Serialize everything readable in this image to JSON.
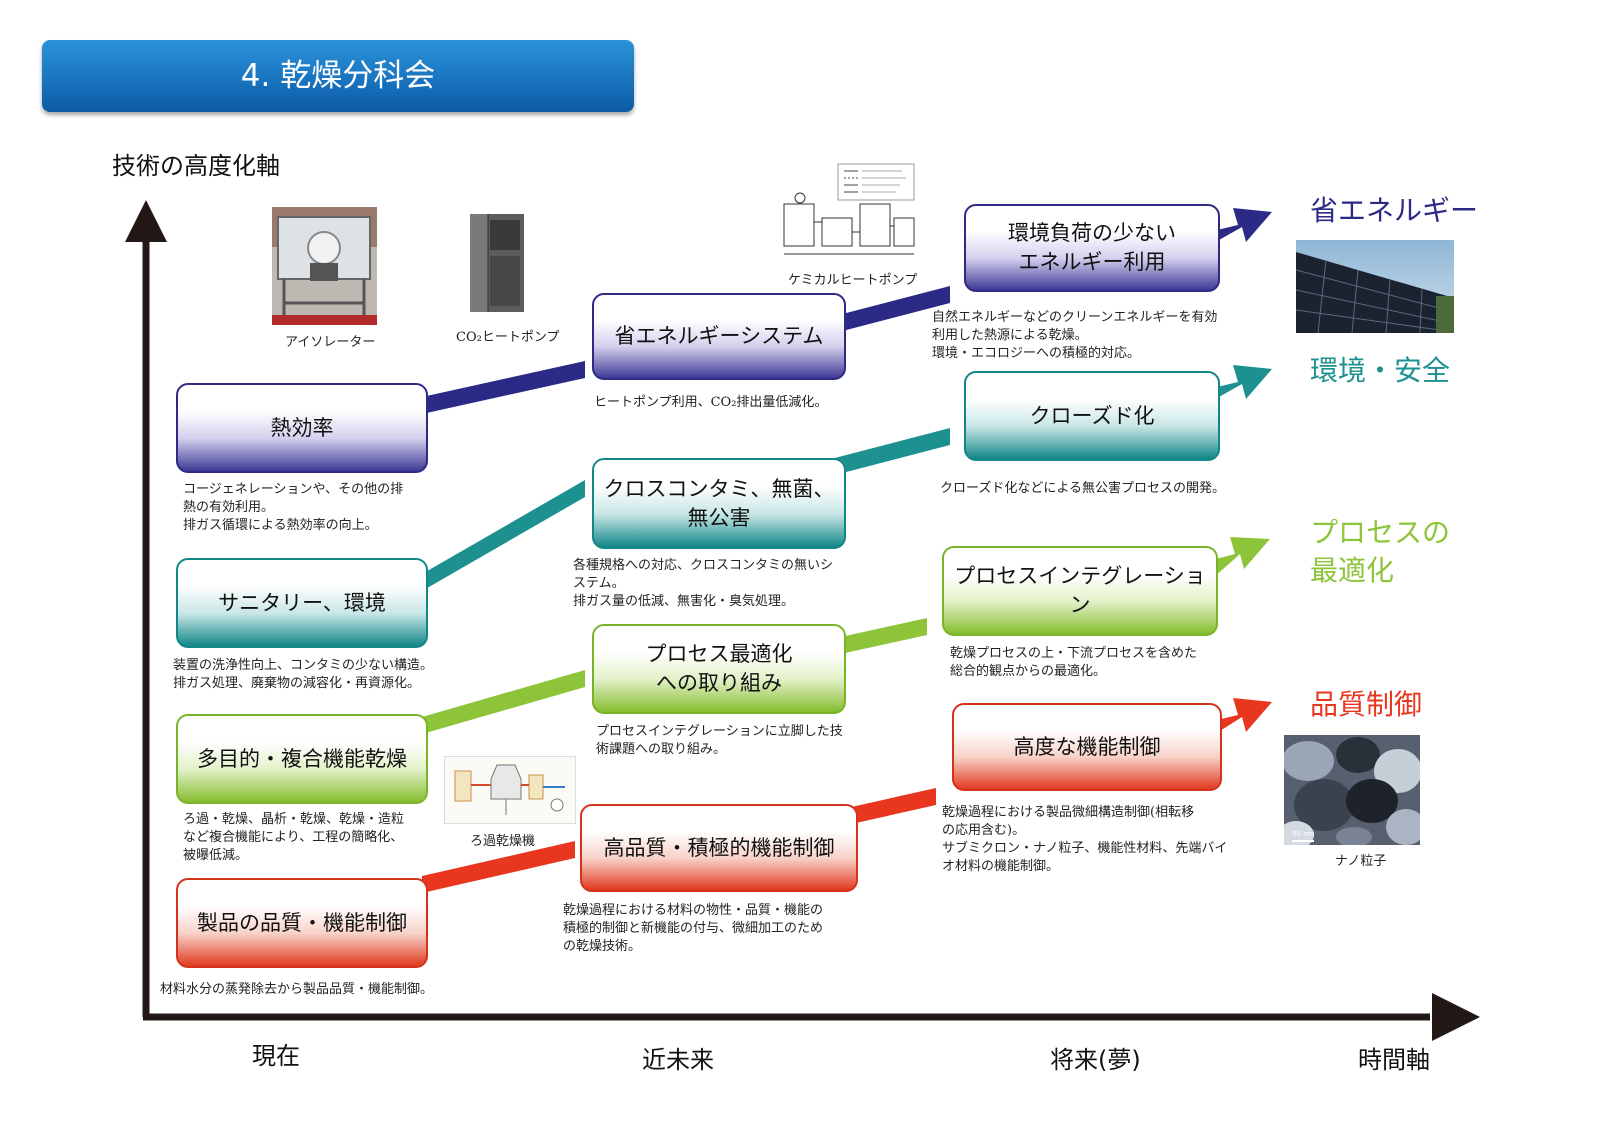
{
  "title": "4. 乾燥分科会",
  "axes": {
    "y_label": "技術の高度化軸",
    "x_label": "時間軸",
    "time_points": [
      "現在",
      "近未来",
      "将来(夢)"
    ]
  },
  "colors": {
    "energy": "#2b2a86",
    "environment": "#1d9090",
    "process": "#8dc43a",
    "quality": "#e8361f",
    "banner": "#1a74c0"
  },
  "tracks": {
    "energy": {
      "goal": "省エネルギー",
      "boxes": [
        "熱効率",
        "省エネルギーシステム",
        "環境負荷の少ない\nエネルギー利用"
      ],
      "notes": [
        "コージェネレーションや、その他の排\n熱の有効利用。\n排ガス循環による熱効率の向上。",
        "ヒートポンプ利用、CO₂排出量低減化。",
        "自然エネルギーなどのクリーンエネルギーを有効\n利用した熱源による乾燥。\n環境・エコロジーへの積極的対応。"
      ]
    },
    "environment": {
      "goal": "環境・安全",
      "boxes": [
        "サニタリー、環境",
        "クロスコンタミ、無菌、\n無公害",
        "クローズド化"
      ],
      "notes": [
        "装置の洗浄性向上、コンタミの少ない構造。\n排ガス処理、廃棄物の減容化・再資源化。",
        "各種規格への対応、クロスコンタミの無いシ\nステム。\n排ガス量の低減、無害化・臭気処理。",
        "クローズド化などによる無公害プロセスの開発。"
      ]
    },
    "process": {
      "goal": "プロセスの\n最適化",
      "boxes": [
        "多目的・複合機能乾燥",
        "プロセス最適化\nへの取り組み",
        "プロセスインテグレーション"
      ],
      "notes": [
        "ろ過・乾燥、晶析・乾燥、乾燥・造粒\nなど複合機能により、工程の簡略化、\n被曝低減。",
        "プロセスインテグレーションに立脚した技\n術課題への取り組み。",
        "乾燥プロセスの上・下流プロセスを含めた\n総合的観点からの最適化。"
      ]
    },
    "quality": {
      "goal": "品質制御",
      "boxes": [
        "製品の品質・機能制御",
        "高品質・積極的機能制御",
        "高度な機能制御"
      ],
      "notes": [
        "材料水分の蒸発除去から製品品質・機能制御。",
        "乾燥過程における材料の物性・品質・機能の\n積極的制御と新機能の付与、微細加工のため\nの乾燥技術。",
        "乾燥過程における製品微細構造制御(相転移\nの応用含む)。\nサブミクロン・ナノ粒子、機能性材料、先端バイ\nオ材料の機能制御。"
      ]
    }
  },
  "images": {
    "isolator": "アイソレーター",
    "co2_heat_pump": "CO₂ヒートポンプ",
    "chemical_heat_pump": "ケミカルヒートポンプ",
    "filter_dryer": "ろ過乾燥機",
    "nano_particles": "ナノ粒子",
    "scale_bar": "50 nm"
  }
}
